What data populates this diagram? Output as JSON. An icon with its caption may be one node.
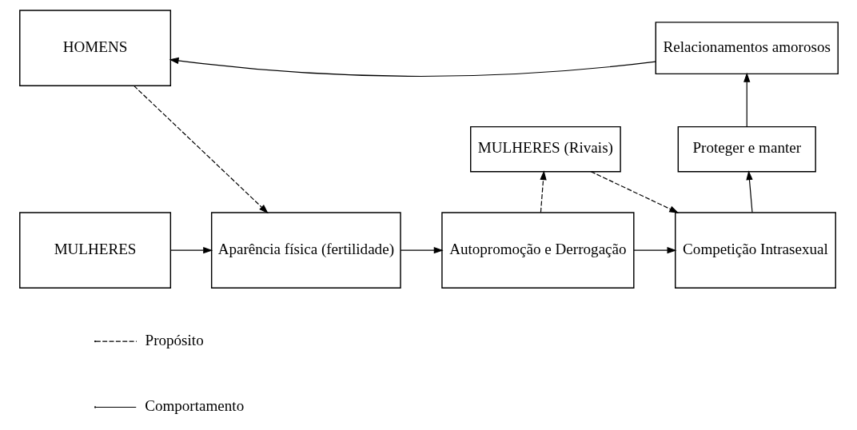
{
  "diagram": {
    "nodes": [
      {
        "text": [
          "HOMENS"
        ]
      },
      {
        "text": [
          "Relacionamentos amorosos"
        ]
      },
      {
        "text": [
          "MULHERES (Rivais)"
        ]
      },
      {
        "text": [
          "Proteger e manter"
        ]
      },
      {
        "text": [
          "MULHERES"
        ]
      },
      {
        "text": [
          "Aparência física (fertilidade)"
        ]
      },
      {
        "text": [
          "Autopromoção e Derrogação"
        ]
      },
      {
        "text": [
          "Competição Intrasexual"
        ]
      }
    ],
    "edges": [
      {
        "from": 1,
        "to": 0,
        "arrow": "to"
      },
      {
        "from": 0,
        "to": 5,
        "arrow": "to",
        "style": "dashed"
      },
      {
        "from": 6,
        "to": 2,
        "arrow": "to",
        "style": "dashed"
      },
      {
        "from": 2,
        "to": 7,
        "arrow": "to",
        "style": "dashed"
      },
      {
        "from": 7,
        "to": 3,
        "arrow": "to"
      },
      {
        "from": 3,
        "to": 1,
        "arrow": "to"
      },
      {
        "from": 4,
        "to": 5,
        "arrow": "to"
      },
      {
        "from": 5,
        "to": 6,
        "arrow": "to"
      },
      {
        "from": 6,
        "to": 7,
        "arrow": "to"
      }
    ],
    "legend": [
      {
        "text": "Propósito"
      },
      {
        "text": "Comportamento"
      }
    ]
  }
}
